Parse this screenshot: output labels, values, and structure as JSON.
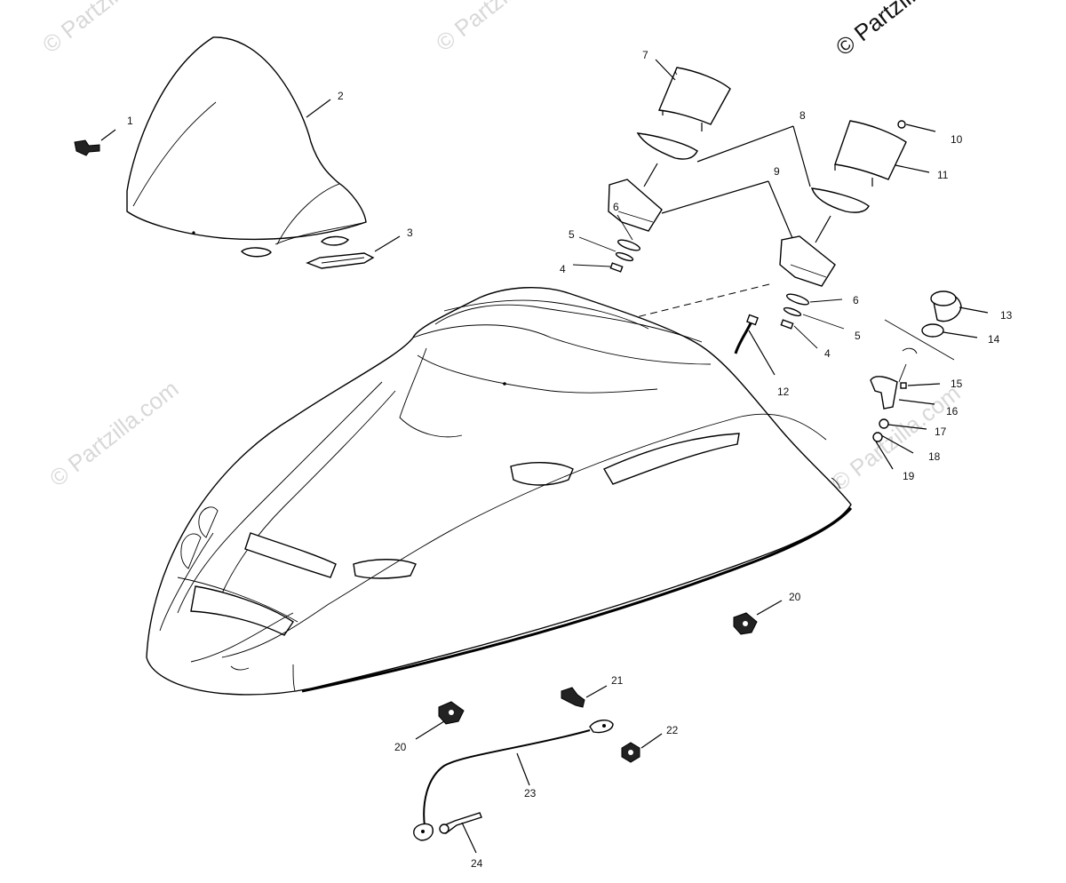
{
  "watermark": {
    "text": "© Partzilla.com",
    "copyright_text": "© Partzilla.com"
  },
  "callouts": [
    {
      "id": "c1",
      "label": "1"
    },
    {
      "id": "c2",
      "label": "2"
    },
    {
      "id": "c3",
      "label": "3"
    },
    {
      "id": "c4a",
      "label": "4"
    },
    {
      "id": "c5a",
      "label": "5"
    },
    {
      "id": "c6a",
      "label": "6"
    },
    {
      "id": "c7",
      "label": "7"
    },
    {
      "id": "c8",
      "label": "8"
    },
    {
      "id": "c9",
      "label": "9"
    },
    {
      "id": "c10",
      "label": "10"
    },
    {
      "id": "c11",
      "label": "11"
    },
    {
      "id": "c6b",
      "label": "6"
    },
    {
      "id": "c5b",
      "label": "5"
    },
    {
      "id": "c4b",
      "label": "4"
    },
    {
      "id": "c12",
      "label": "12"
    },
    {
      "id": "c13",
      "label": "13"
    },
    {
      "id": "c14",
      "label": "14"
    },
    {
      "id": "c15",
      "label": "15"
    },
    {
      "id": "c16",
      "label": "16"
    },
    {
      "id": "c17",
      "label": "17"
    },
    {
      "id": "c18",
      "label": "18"
    },
    {
      "id": "c19",
      "label": "19"
    },
    {
      "id": "c20a",
      "label": "20"
    },
    {
      "id": "c20b",
      "label": "20"
    },
    {
      "id": "c21",
      "label": "21"
    },
    {
      "id": "c22",
      "label": "22"
    },
    {
      "id": "c23",
      "label": "23"
    },
    {
      "id": "c24",
      "label": "24"
    }
  ]
}
